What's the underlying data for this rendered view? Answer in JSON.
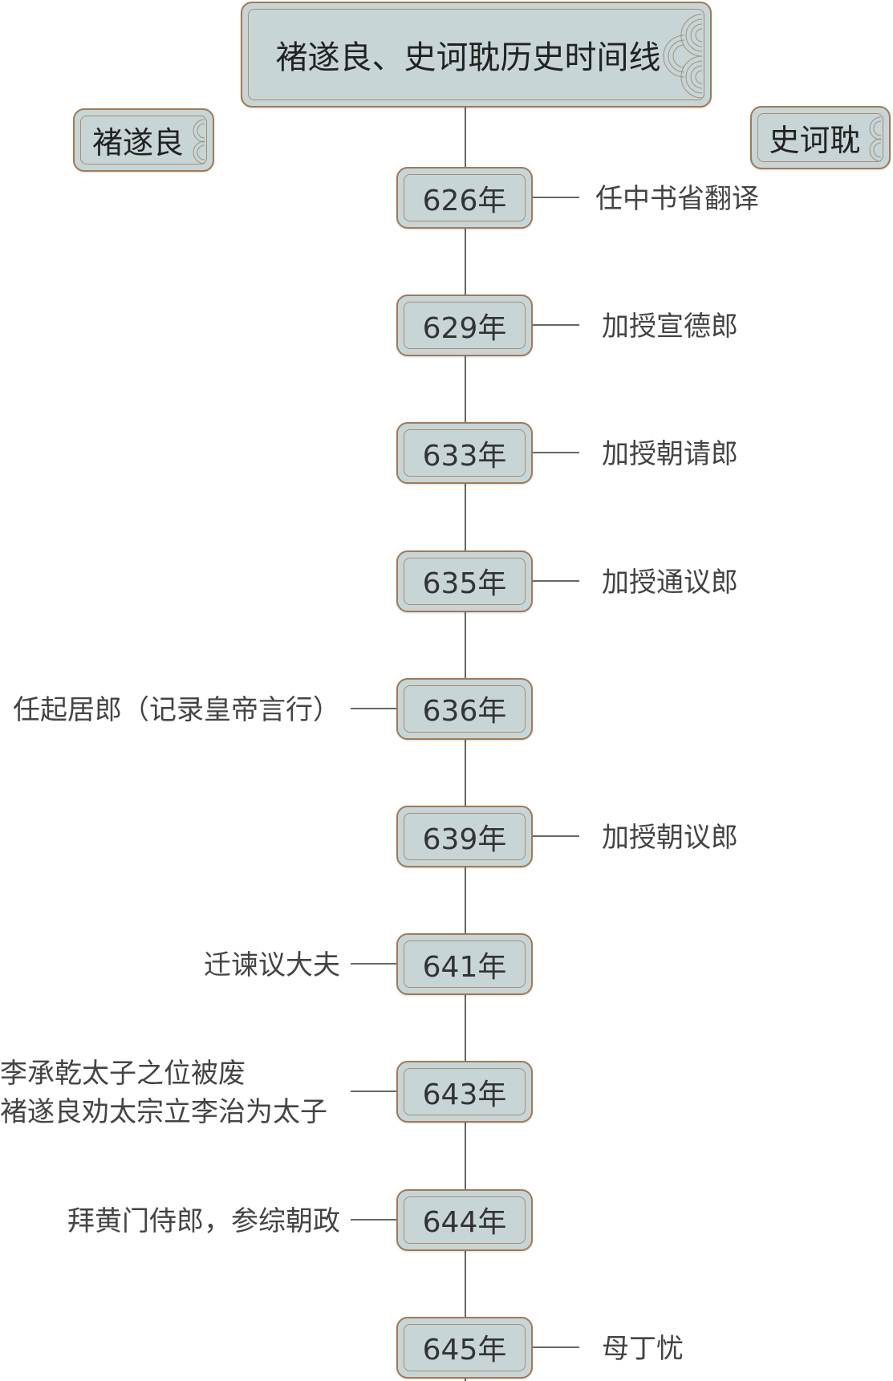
{
  "title": "褚遂良、史诃耽历史时间线",
  "left_label": "褚遂良",
  "right_label": "史诃耽",
  "colors": {
    "box_fill": "#c8d5d6",
    "box_border": "#a07a57",
    "line": "#666666"
  },
  "events": [
    {
      "year": "626年",
      "side": "right",
      "lines": [
        "任中书省翻译"
      ]
    },
    {
      "year": "629年",
      "side": "right",
      "lines": [
        "加授宣德郎"
      ]
    },
    {
      "year": "633年",
      "side": "right",
      "lines": [
        "加授朝请郎"
      ]
    },
    {
      "year": "635年",
      "side": "right",
      "lines": [
        "加授通议郎"
      ]
    },
    {
      "year": "636年",
      "side": "left",
      "lines": [
        "任起居郎（记录皇帝言行）"
      ]
    },
    {
      "year": "639年",
      "side": "right",
      "lines": [
        "加授朝议郎"
      ]
    },
    {
      "year": "641年",
      "side": "left",
      "lines": [
        "迁谏议大夫"
      ]
    },
    {
      "year": "643年",
      "side": "left",
      "lines": [
        "李承乾太子之位被废",
        "褚遂良劝太宗立李治为太子"
      ]
    },
    {
      "year": "644年",
      "side": "left",
      "lines": [
        "拜黄门侍郎，参综朝政"
      ]
    },
    {
      "year": "645年",
      "side": "right",
      "lines": [
        "母丁忧"
      ]
    }
  ]
}
